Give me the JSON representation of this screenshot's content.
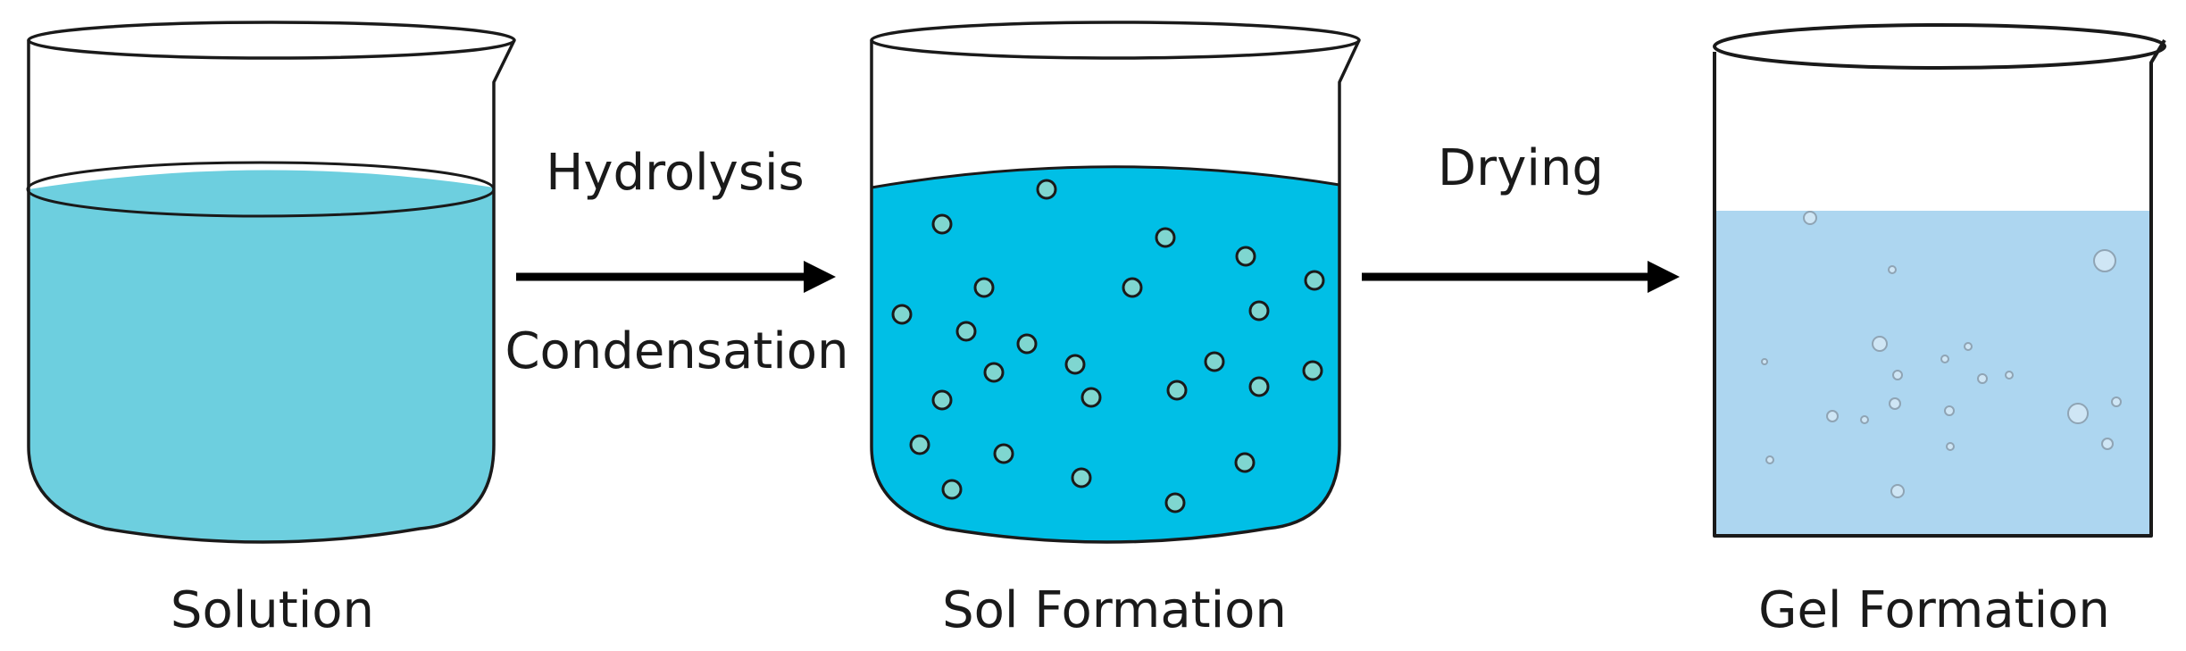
{
  "arrows": {
    "step1": {
      "top_label": "Hydrolysis",
      "bottom_label": "Condensation"
    },
    "step2": {
      "top_label": "Drying"
    }
  },
  "beakers": [
    {
      "caption": "Solution"
    },
    {
      "caption": "Sol Formation"
    },
    {
      "caption": "Gel Formation"
    }
  ],
  "colors": {
    "outline": "#1a1a1a",
    "solution_liquid": "#6dcfdf",
    "sol_liquid": "#00bfe6",
    "sol_particle": "#7fd6d0",
    "gel_liquid": "#add6f0",
    "gel_bubble": "#8fa4b4"
  },
  "icons": [
    "beaker-icon",
    "arrow-right-icon"
  ]
}
